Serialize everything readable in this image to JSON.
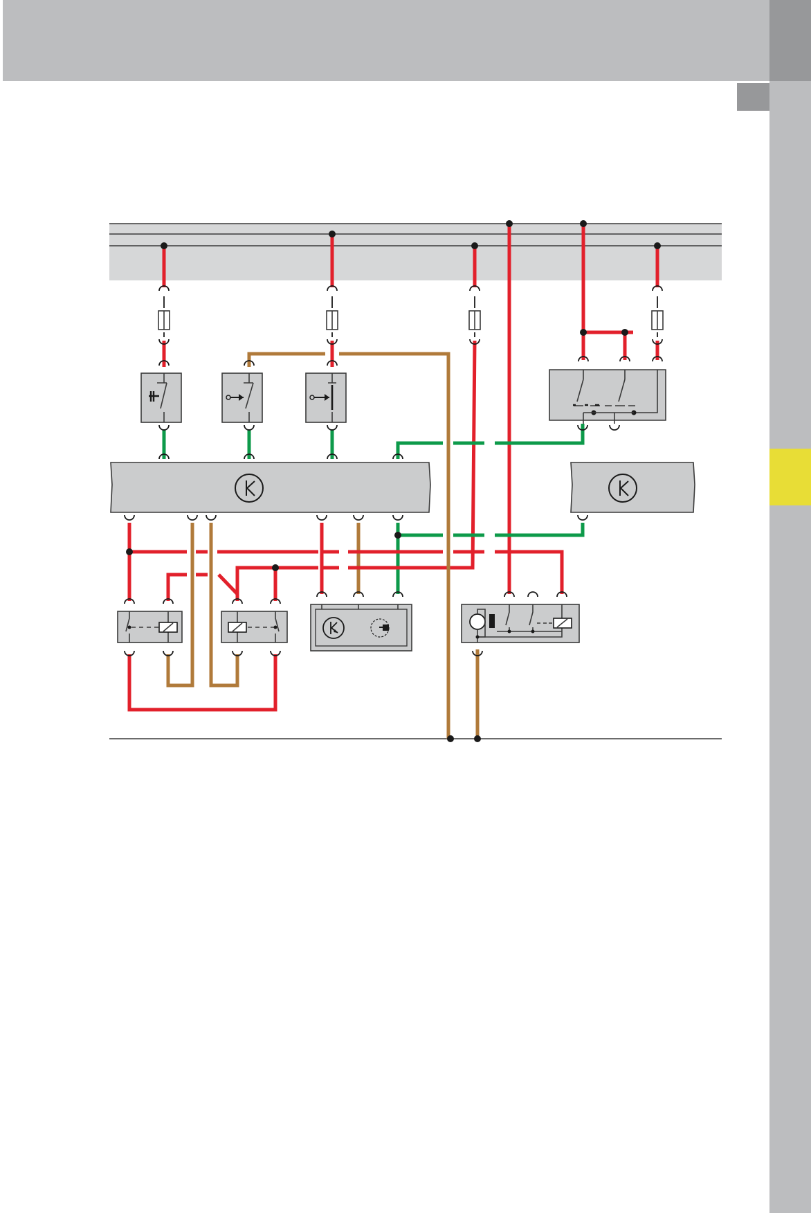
{
  "page": {
    "colors": {
      "header_band": "#bcbdbf",
      "side_strip": "#bcbdbf",
      "side_strip_dark": "#97989a",
      "chapter_marker": "#e8dd36",
      "component_fill": "#cbcccd",
      "bus_fill": "#d6d7d8",
      "outline": "#3a3a3a"
    }
  },
  "diagram": {
    "wire_colors": {
      "power": "#e2202b",
      "ground": "#b07a3a",
      "bus": "#0d9a4a"
    },
    "components": [
      {
        "id": "fuse-1",
        "kind": "fuse"
      },
      {
        "id": "fuse-2",
        "kind": "fuse"
      },
      {
        "id": "fuse-3",
        "kind": "fuse"
      },
      {
        "id": "fuse-4",
        "kind": "fuse"
      },
      {
        "id": "switch-1",
        "kind": "push-switch"
      },
      {
        "id": "switch-2",
        "kind": "pull-switch"
      },
      {
        "id": "switch-3",
        "kind": "pull-switch"
      },
      {
        "id": "double-switch",
        "kind": "double-contact-switch"
      },
      {
        "id": "control-unit-main",
        "kind": "control-unit"
      },
      {
        "id": "control-unit-right",
        "kind": "control-unit"
      },
      {
        "id": "relay-1",
        "kind": "relay"
      },
      {
        "id": "relay-2",
        "kind": "relay"
      },
      {
        "id": "sensor-module",
        "kind": "control-unit-with-sensor"
      },
      {
        "id": "motor-module",
        "kind": "motor-with-switches-and-relay"
      }
    ]
  }
}
